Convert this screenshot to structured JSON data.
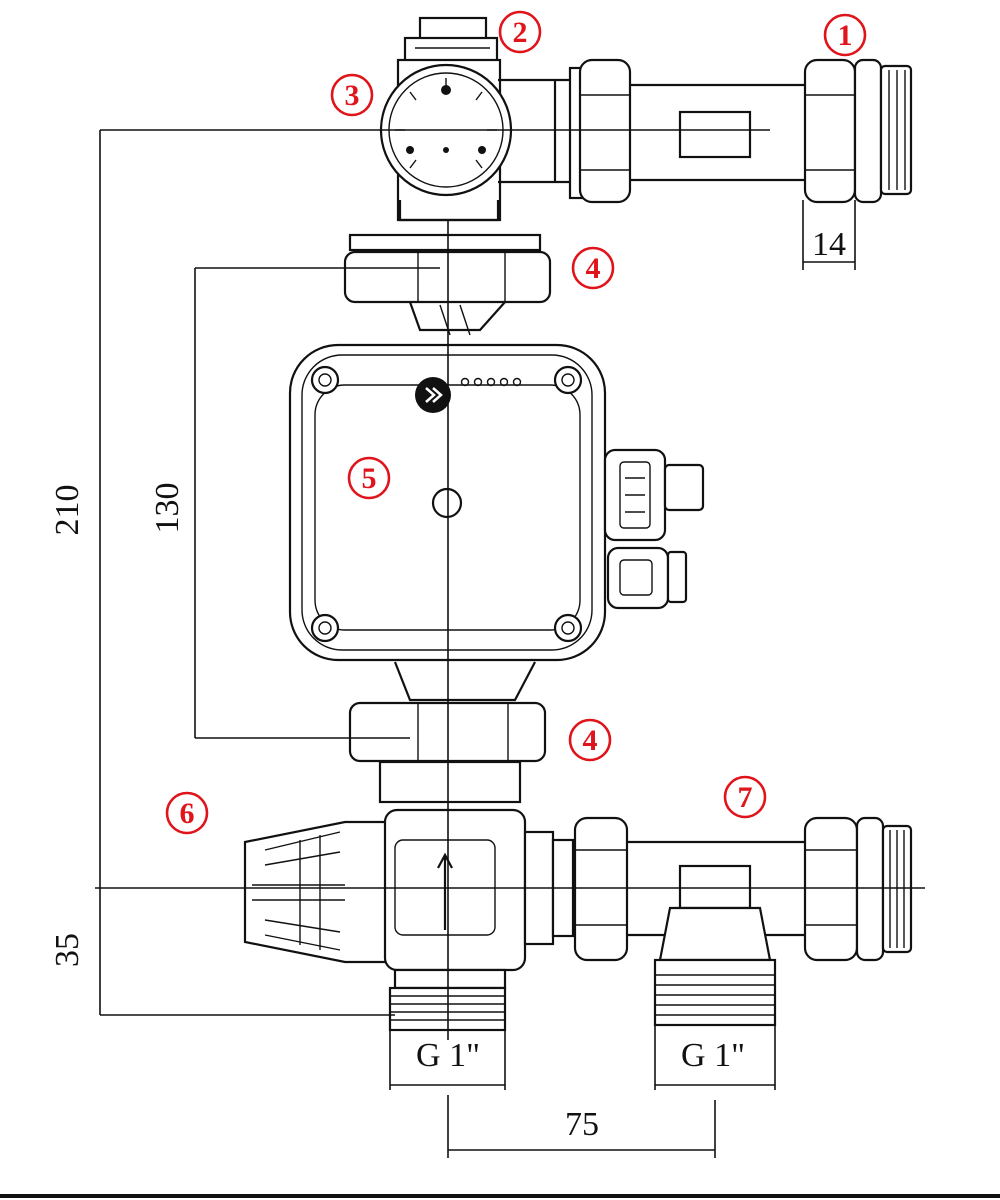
{
  "callouts": {
    "c1": "1",
    "c2": "2",
    "c3": "3",
    "c4a": "4",
    "c4b": "4",
    "c5": "5",
    "c6": "6",
    "c7": "7"
  },
  "dimensions": {
    "d14": "14",
    "d210": "210",
    "d130": "130",
    "d35": "35",
    "g1_left": "G 1\"",
    "g1_right": "G 1\"",
    "d75": "75"
  },
  "colors": {
    "callout": "#e0141b",
    "line": "#111111",
    "background": "#ffffff"
  }
}
